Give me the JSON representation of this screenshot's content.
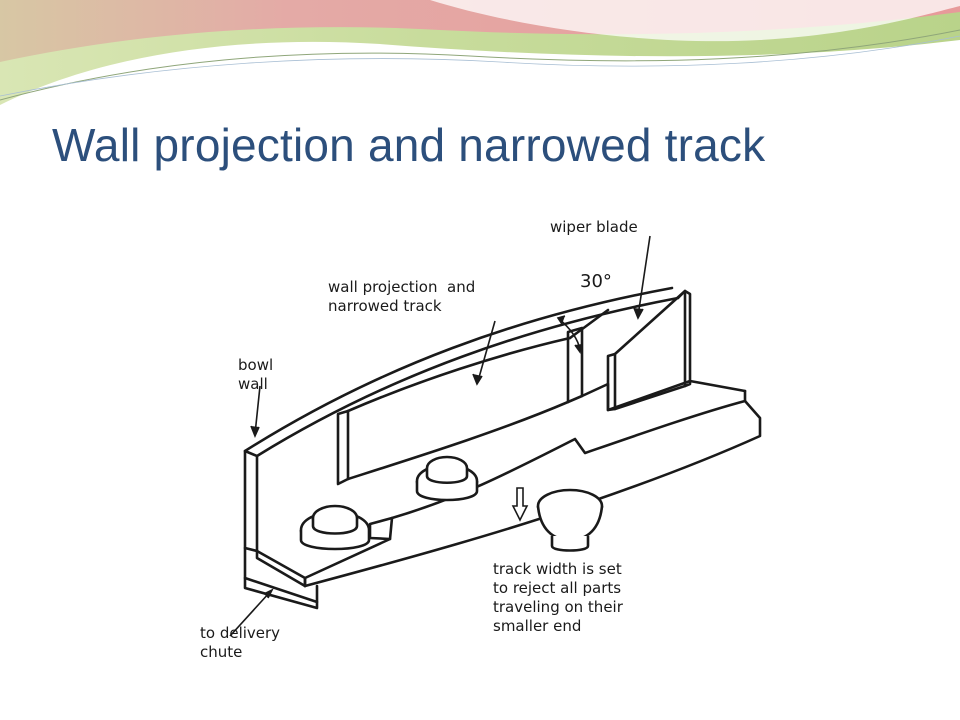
{
  "slide": {
    "title": "Wall projection and narrowed track"
  },
  "colors": {
    "title": "#2c4f7c",
    "banner_green": "#c8dc9c",
    "banner_pink": "#e9a3a3",
    "line": "#1a1a1a"
  },
  "diagram": {
    "labels": {
      "wiper_blade": "wiper blade",
      "angle": "30°",
      "wall_projection": "wall projection  and\nnarrowed track",
      "bowl_wall": "bowl\nwall",
      "delivery_chute": "to delivery\nchute",
      "track_width": "track width is set\nto reject all parts\ntraveling on their\nsmaller end"
    }
  }
}
